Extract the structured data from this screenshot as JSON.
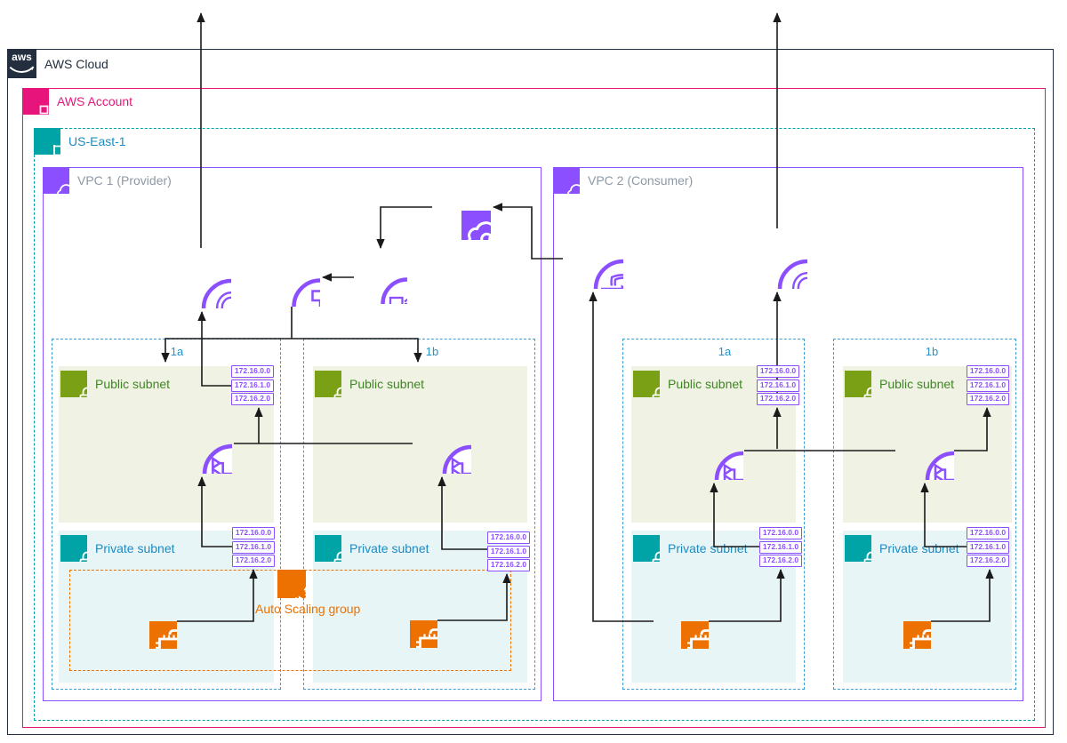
{
  "colors": {
    "networking_purple": "#8C4FFF",
    "compute_orange": "#ED7100",
    "account_pink": "#E7157B",
    "region_teal": "#00A4A6",
    "public_subnet_green": "#7AA116",
    "public_subnet_text": "#3F8624",
    "private_subnet_text": "#1F8AC0",
    "az_blue": "#2592C8",
    "cloud_dark": "#232F3E",
    "line_black": "#1A1A1A",
    "public_subnet_fill": "#F0F2E4",
    "private_subnet_fill": "#E8F5F7"
  },
  "aws_cloud": {
    "label": "AWS Cloud",
    "logo_text": "aws"
  },
  "aws_account": {
    "label": "AWS Account"
  },
  "region": {
    "label": "US-East-1"
  },
  "vpc1": {
    "label": "VPC 1 (Provider)"
  },
  "vpc2": {
    "label": "VPC 2 (Consumer)"
  },
  "az": {
    "a": "1a",
    "b": "1b"
  },
  "subnet": {
    "public": "Public subnet",
    "private": "Private subnet"
  },
  "cidrs": [
    "172.16.0.0",
    "172.16.1.0",
    "172.16.2.0"
  ],
  "asg": {
    "label": "Auto Scaling group"
  },
  "nodes": {
    "internet_gateway": "internet-gateway-icon",
    "network_load_balancer": "network-load-balancer-icon",
    "gateway_load_balancer": "gateway-load-balancer-icon",
    "privatelink": "aws-privatelink-icon",
    "vpc_endpoint": "vpc-endpoint-icon",
    "nat_gateway": "nat-gateway-icon",
    "ec2_instance": "ec2-instance-icon",
    "auto_scaling_group": "auto-scaling-group-icon"
  }
}
